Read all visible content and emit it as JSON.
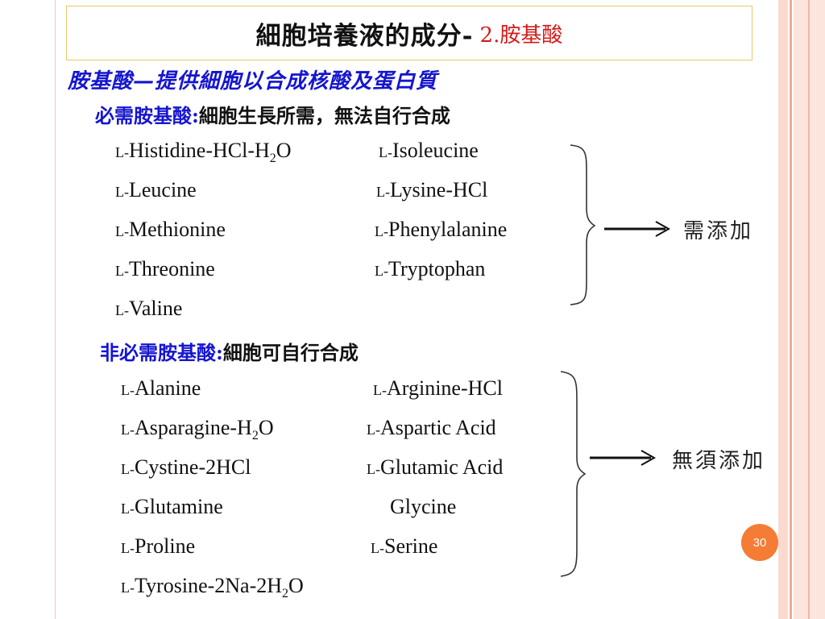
{
  "title": {
    "main": "細胞培養液的成分-",
    "sub": "2.胺基酸"
  },
  "subheading": "胺基酸—提供細胞以合成核酸及蛋白質",
  "essential": {
    "label": "必需胺基酸:",
    "desc": "細胞生長所需，無法自行合成",
    "items": [
      {
        "prefix": "L-",
        "name": "Histidine-HCl-H",
        "subscript": "2",
        "suffix": "O"
      },
      {
        "prefix": "L-",
        "name": "Isoleucine"
      },
      {
        "prefix": "L-",
        "name": "Leucine"
      },
      {
        "prefix": "L-",
        "name": "Lysine-HCl"
      },
      {
        "prefix": "L-",
        "name": "Methionine"
      },
      {
        "prefix": "L-",
        "name": "Phenylalanine"
      },
      {
        "prefix": "L-",
        "name": "Threonine"
      },
      {
        "prefix": "L-",
        "name": "Tryptophan"
      },
      {
        "prefix": "L-",
        "name": "Valine"
      }
    ],
    "result_label": "需添加"
  },
  "nonessential": {
    "label": "非必需胺基酸:",
    "desc": "細胞可自行合成",
    "items": [
      {
        "prefix": "L-",
        "name": "Alanine"
      },
      {
        "prefix": "L-",
        "name": "Arginine-HCl"
      },
      {
        "prefix": "L-",
        "name": "Asparagine-H",
        "subscript": "2",
        "suffix": "O"
      },
      {
        "prefix": "L-",
        "name": "Aspartic Acid"
      },
      {
        "prefix": "L-",
        "name": "Cystine-2HCl"
      },
      {
        "prefix": "L-",
        "name": "Glutamic Acid"
      },
      {
        "prefix": "L-",
        "name": "Glutamine"
      },
      {
        "prefix": "",
        "name": "Glycine"
      },
      {
        "prefix": "L-",
        "name": "Proline"
      },
      {
        "prefix": "L-",
        "name": "Serine"
      },
      {
        "prefix": "L-",
        "name": "Tyrosine-2Na-2H",
        "subscript": "2",
        "suffix": "O"
      }
    ],
    "result_label": "無須添加"
  },
  "page_number": "30"
}
